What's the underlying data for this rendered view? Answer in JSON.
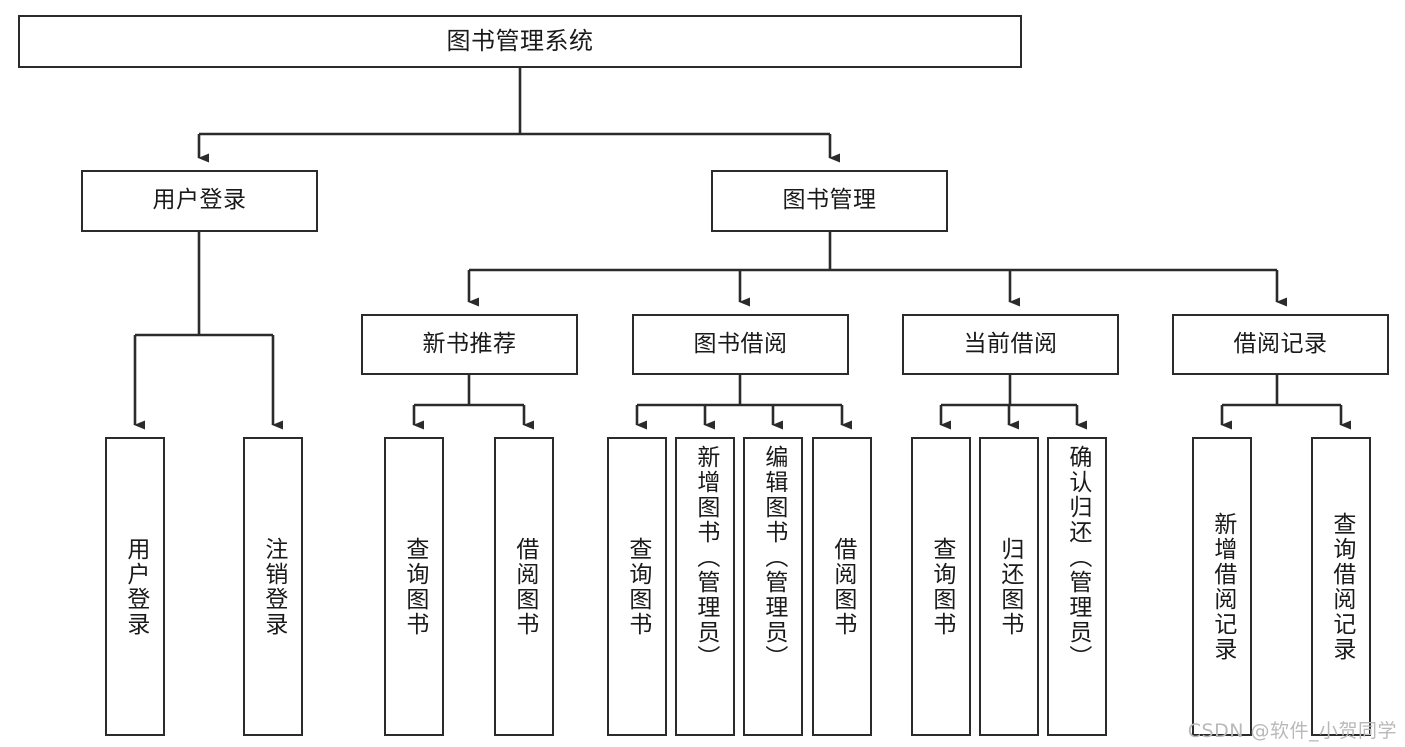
{
  "diagram": {
    "title": "图书管理系统",
    "type": "tree-hierarchy-chart",
    "stroke_color": "#2b2b2b",
    "fill_color": "#ffffff",
    "text_color": "#1a1a1a"
  },
  "nodes": {
    "root": {
      "label": "图书管理系统"
    },
    "level2": [
      {
        "label": "用户登录"
      },
      {
        "label": "图书管理"
      }
    ],
    "level3": [
      {
        "label": "新书推荐"
      },
      {
        "label": "图书借阅"
      },
      {
        "label": "当前借阅"
      },
      {
        "label": "借阅记录"
      }
    ],
    "leaves": {
      "user_login": [
        {
          "label": "用户登录"
        },
        {
          "label": "注销登录"
        }
      ],
      "new_book": [
        {
          "label": "查询图书"
        },
        {
          "label": "借阅图书"
        }
      ],
      "book_borrow": [
        {
          "label": "查询图书"
        },
        {
          "label": "新增图书（管理员）"
        },
        {
          "label": "编辑图书（管理员）"
        },
        {
          "label": "借阅图书"
        }
      ],
      "current_borrow": [
        {
          "label": "查询图书"
        },
        {
          "label": "归还图书"
        },
        {
          "label": "确认归还（管理员）"
        }
      ],
      "borrow_record": [
        {
          "label": "新增借阅记录"
        },
        {
          "label": "查询借阅记录"
        }
      ]
    }
  },
  "watermark": {
    "text": "CSDN @软件_小贺同学"
  }
}
